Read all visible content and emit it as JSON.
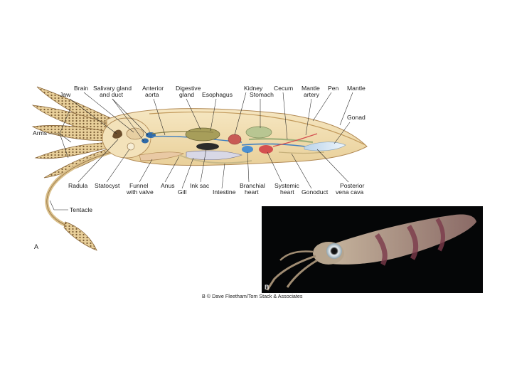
{
  "figure_a": {
    "panel_label": "A",
    "labels": {
      "jaw": "Jaw",
      "brain": "Brain",
      "salivary": [
        "Salivary gland",
        "and duct"
      ],
      "anterior_aorta": [
        "Anterior",
        "aorta"
      ],
      "digestive_gland": [
        "Digestive",
        "gland"
      ],
      "esophagus": "Esophagus",
      "kidney": "Kidney",
      "stomach": "Stomach",
      "cecum": "Cecum",
      "mantle_artery": [
        "Mantle",
        "artery"
      ],
      "pen": "Pen",
      "mantle": "Mantle",
      "gonad": "Gonad",
      "arms": "Arms",
      "radula": "Radula",
      "statocyst": "Statocyst",
      "funnel": [
        "Funnel",
        "with valve"
      ],
      "anus": "Anus",
      "gill": "Gill",
      "ink_sac": "Ink sac",
      "intestine": "Intestine",
      "branchial_heart": [
        "Branchial",
        "heart"
      ],
      "systemic_heart": [
        "Systemic",
        "heart"
      ],
      "gonoduct": "Gonoduct",
      "posterior_vena_cava": [
        "Posterior",
        "vena cava"
      ],
      "tentacle": "Tentacle"
    }
  },
  "figure_b": {
    "panel_label": "B",
    "credit": "B  © Dave Fleetham/Tom Stack & Associates"
  },
  "colors": {
    "body": "#efdcae",
    "body_outline": "#b28a55",
    "digestive_gland": "#a79e5a",
    "stomach": "#b8c692",
    "gonad": "#d8e6f2",
    "vessels_blue": "#3f7fc0",
    "vessels_red": "#d45050",
    "photo_bg": "#050607"
  }
}
